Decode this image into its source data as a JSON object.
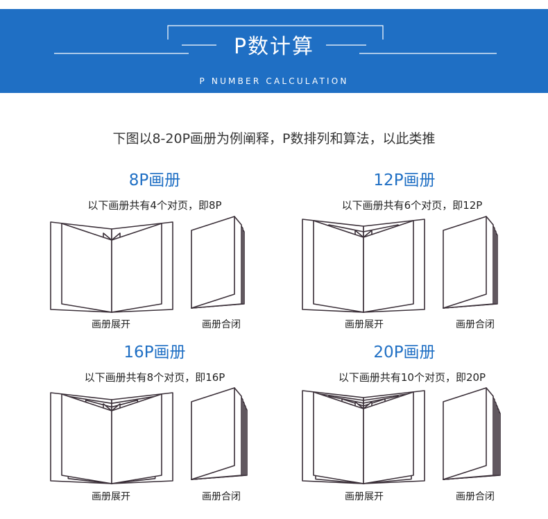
{
  "header": {
    "title": "P数计算",
    "subtitle": "P NUMBER CALCULATION"
  },
  "intro": "下图以8-20P画册为例阐释，P数排列和算法，以此类推",
  "examples": [
    {
      "title": "8P画册",
      "description": "以下画册共有4个对页，即8P",
      "spreads": 4,
      "open_label": "画册展开",
      "closed_label": "画册合闭"
    },
    {
      "title": "12P画册",
      "description": "以下画册共有6个对页，即12P",
      "spreads": 6,
      "open_label": "画册展开",
      "closed_label": "画册合闭"
    },
    {
      "title": "16P画册",
      "description": "以下画册共有8个对页，即16P",
      "spreads": 8,
      "open_label": "画册展开",
      "closed_label": "画册合闭"
    },
    {
      "title": "20P画册",
      "description": "以下画册共有10个对页，即20P",
      "spreads": 10,
      "open_label": "画册展开",
      "closed_label": "画册合闭"
    }
  ],
  "colors": {
    "banner": "#1f6fc4",
    "accent": "#1f6fc4",
    "line": "#3a2f38"
  }
}
